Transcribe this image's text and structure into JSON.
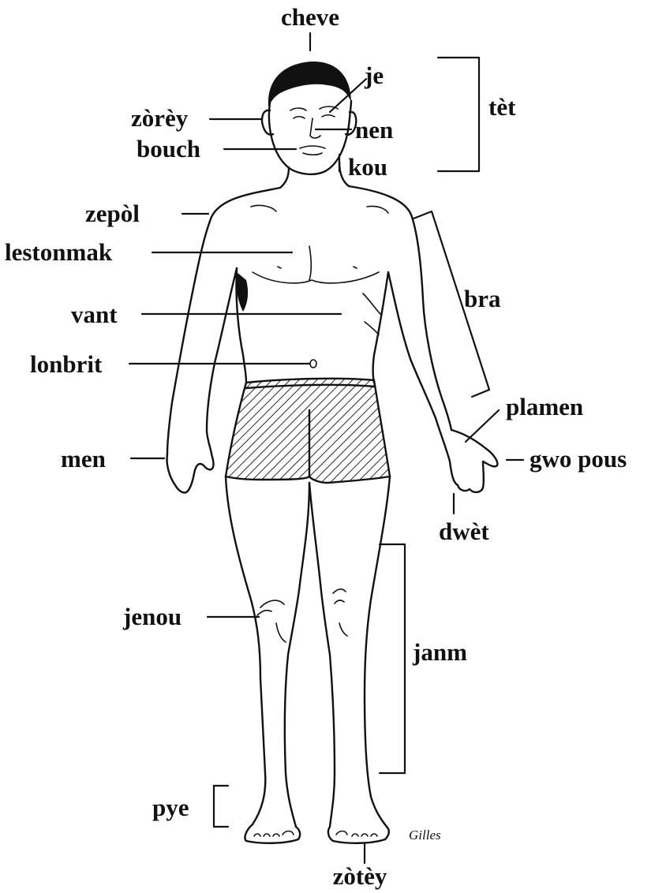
{
  "labels": {
    "cheve": "cheve",
    "je": "je",
    "tet": "tèt",
    "zorey": "zòrèy",
    "nen": "nen",
    "bouch": "bouch",
    "kou": "kou",
    "zepol": "zepòl",
    "lestonmak": "lestonmak",
    "bra": "bra",
    "vant": "vant",
    "lonbrit": "lonbrit",
    "plamen": "plamen",
    "men": "men",
    "gwo_pous": "gwo pous",
    "dwet": "dwèt",
    "jenou": "jenou",
    "janm": "janm",
    "pye": "pye",
    "zotey": "zòtèy"
  },
  "signature": "Gilles"
}
